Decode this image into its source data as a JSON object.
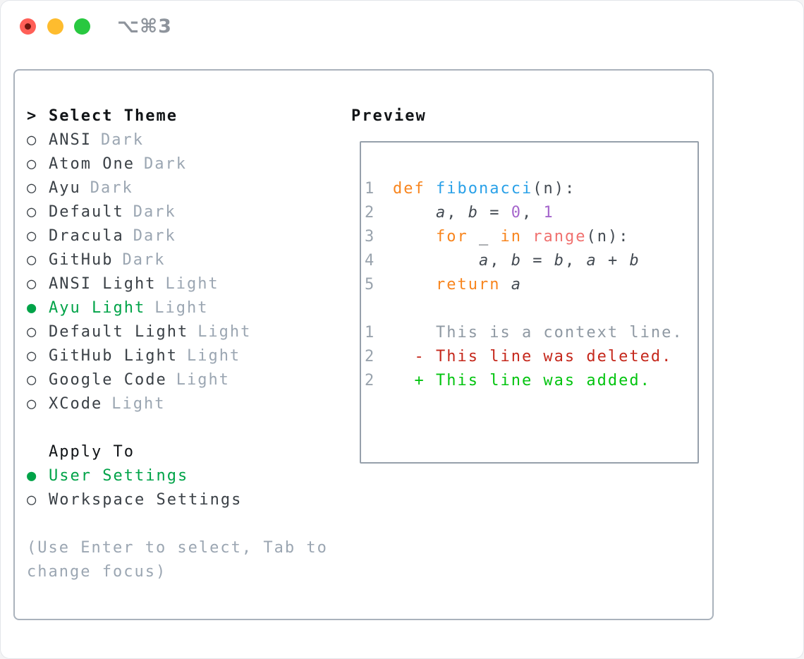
{
  "titlebar": {
    "shortcut": "⌥⌘3"
  },
  "icons": {
    "focus_arrow": ">",
    "radio_unselected": "○",
    "radio_selected": "●"
  },
  "theme_list": {
    "header": "Select Theme",
    "items": [
      {
        "name": "ANSI",
        "tag": "Dark",
        "selected": false
      },
      {
        "name": "Atom One",
        "tag": "Dark",
        "selected": false
      },
      {
        "name": "Ayu",
        "tag": "Dark",
        "selected": false
      },
      {
        "name": "Default",
        "tag": "Dark",
        "selected": false
      },
      {
        "name": "Dracula",
        "tag": "Dark",
        "selected": false
      },
      {
        "name": "GitHub",
        "tag": "Dark",
        "selected": false
      },
      {
        "name": "ANSI Light",
        "tag": "Light",
        "selected": false
      },
      {
        "name": "Ayu Light",
        "tag": "Light",
        "selected": true
      },
      {
        "name": "Default Light",
        "tag": "Light",
        "selected": false
      },
      {
        "name": "GitHub Light",
        "tag": "Light",
        "selected": false
      },
      {
        "name": "Google Code",
        "tag": "Light",
        "selected": false
      },
      {
        "name": "XCode",
        "tag": "Light",
        "selected": false
      }
    ]
  },
  "apply_to": {
    "header": "Apply To",
    "items": [
      {
        "name": "User Settings",
        "selected": true
      },
      {
        "name": "Workspace Settings",
        "selected": false
      }
    ]
  },
  "help": {
    "lines": [
      "(Use Enter to select, Tab to",
      "change focus)"
    ]
  },
  "preview": {
    "header": "Preview",
    "code_lines": [
      {
        "num": "1",
        "tokens": [
          {
            "t": "def",
            "c": "kw"
          },
          {
            "t": " ",
            "c": "pl"
          },
          {
            "t": "fibonacci",
            "c": "fn"
          },
          {
            "t": "(n):",
            "c": "pl"
          }
        ]
      },
      {
        "num": "2",
        "tokens": [
          {
            "t": "    ",
            "c": "pl"
          },
          {
            "t": "a",
            "c": "var"
          },
          {
            "t": ", ",
            "c": "pl"
          },
          {
            "t": "b",
            "c": "var"
          },
          {
            "t": " = ",
            "c": "pl"
          },
          {
            "t": "0",
            "c": "num"
          },
          {
            "t": ", ",
            "c": "pl"
          },
          {
            "t": "1",
            "c": "num"
          }
        ]
      },
      {
        "num": "3",
        "tokens": [
          {
            "t": "    ",
            "c": "pl"
          },
          {
            "t": "for",
            "c": "kw"
          },
          {
            "t": " ",
            "c": "pl"
          },
          {
            "t": "_",
            "c": "var"
          },
          {
            "t": " ",
            "c": "pl"
          },
          {
            "t": "in",
            "c": "kw"
          },
          {
            "t": " ",
            "c": "pl"
          },
          {
            "t": "range",
            "c": "call"
          },
          {
            "t": "(n):",
            "c": "pl"
          }
        ]
      },
      {
        "num": "4",
        "tokens": [
          {
            "t": "        ",
            "c": "pl"
          },
          {
            "t": "a",
            "c": "var"
          },
          {
            "t": ", ",
            "c": "pl"
          },
          {
            "t": "b",
            "c": "var"
          },
          {
            "t": " = ",
            "c": "pl"
          },
          {
            "t": "b",
            "c": "var"
          },
          {
            "t": ", ",
            "c": "pl"
          },
          {
            "t": "a",
            "c": "var"
          },
          {
            "t": " + ",
            "c": "pl"
          },
          {
            "t": "b",
            "c": "var"
          }
        ]
      },
      {
        "num": "5",
        "tokens": [
          {
            "t": "    ",
            "c": "pl"
          },
          {
            "t": "return",
            "c": "kw"
          },
          {
            "t": " ",
            "c": "pl"
          },
          {
            "t": "a",
            "c": "var"
          }
        ]
      }
    ],
    "diff_lines": [
      {
        "num": "1",
        "tokens": [
          {
            "t": "    This is a context line.",
            "c": "ctx"
          }
        ]
      },
      {
        "num": "2",
        "tokens": [
          {
            "t": "  - This line was deleted.",
            "c": "del"
          }
        ]
      },
      {
        "num": "2",
        "tokens": [
          {
            "t": "  + This line was added.",
            "c": "add"
          }
        ]
      }
    ]
  },
  "colors": {
    "traffic_red": "#ff5f57",
    "traffic_red_dot": "#6e160e",
    "traffic_yellow": "#febc2e",
    "traffic_green": "#28c840",
    "titlebar_text": "#8e949c",
    "panel_border": "#aab2bc",
    "box_border": "#96a0ab",
    "text_dark": "#3a4046",
    "text_black": "#111417",
    "tag_gray": "#9ba6b2",
    "help_gray": "#9ba6b2",
    "selected_green": "#00a348",
    "line_num": "#99a3ad",
    "code_plain": "#434a52",
    "kw_orange": "#f8851e",
    "fn_blue": "#2aa1e8",
    "call_red": "#f0716f",
    "num_purple": "#a566cc",
    "ctx_gray": "#8f99a3",
    "del_red": "#c5281c",
    "add_green": "#02c40f"
  }
}
